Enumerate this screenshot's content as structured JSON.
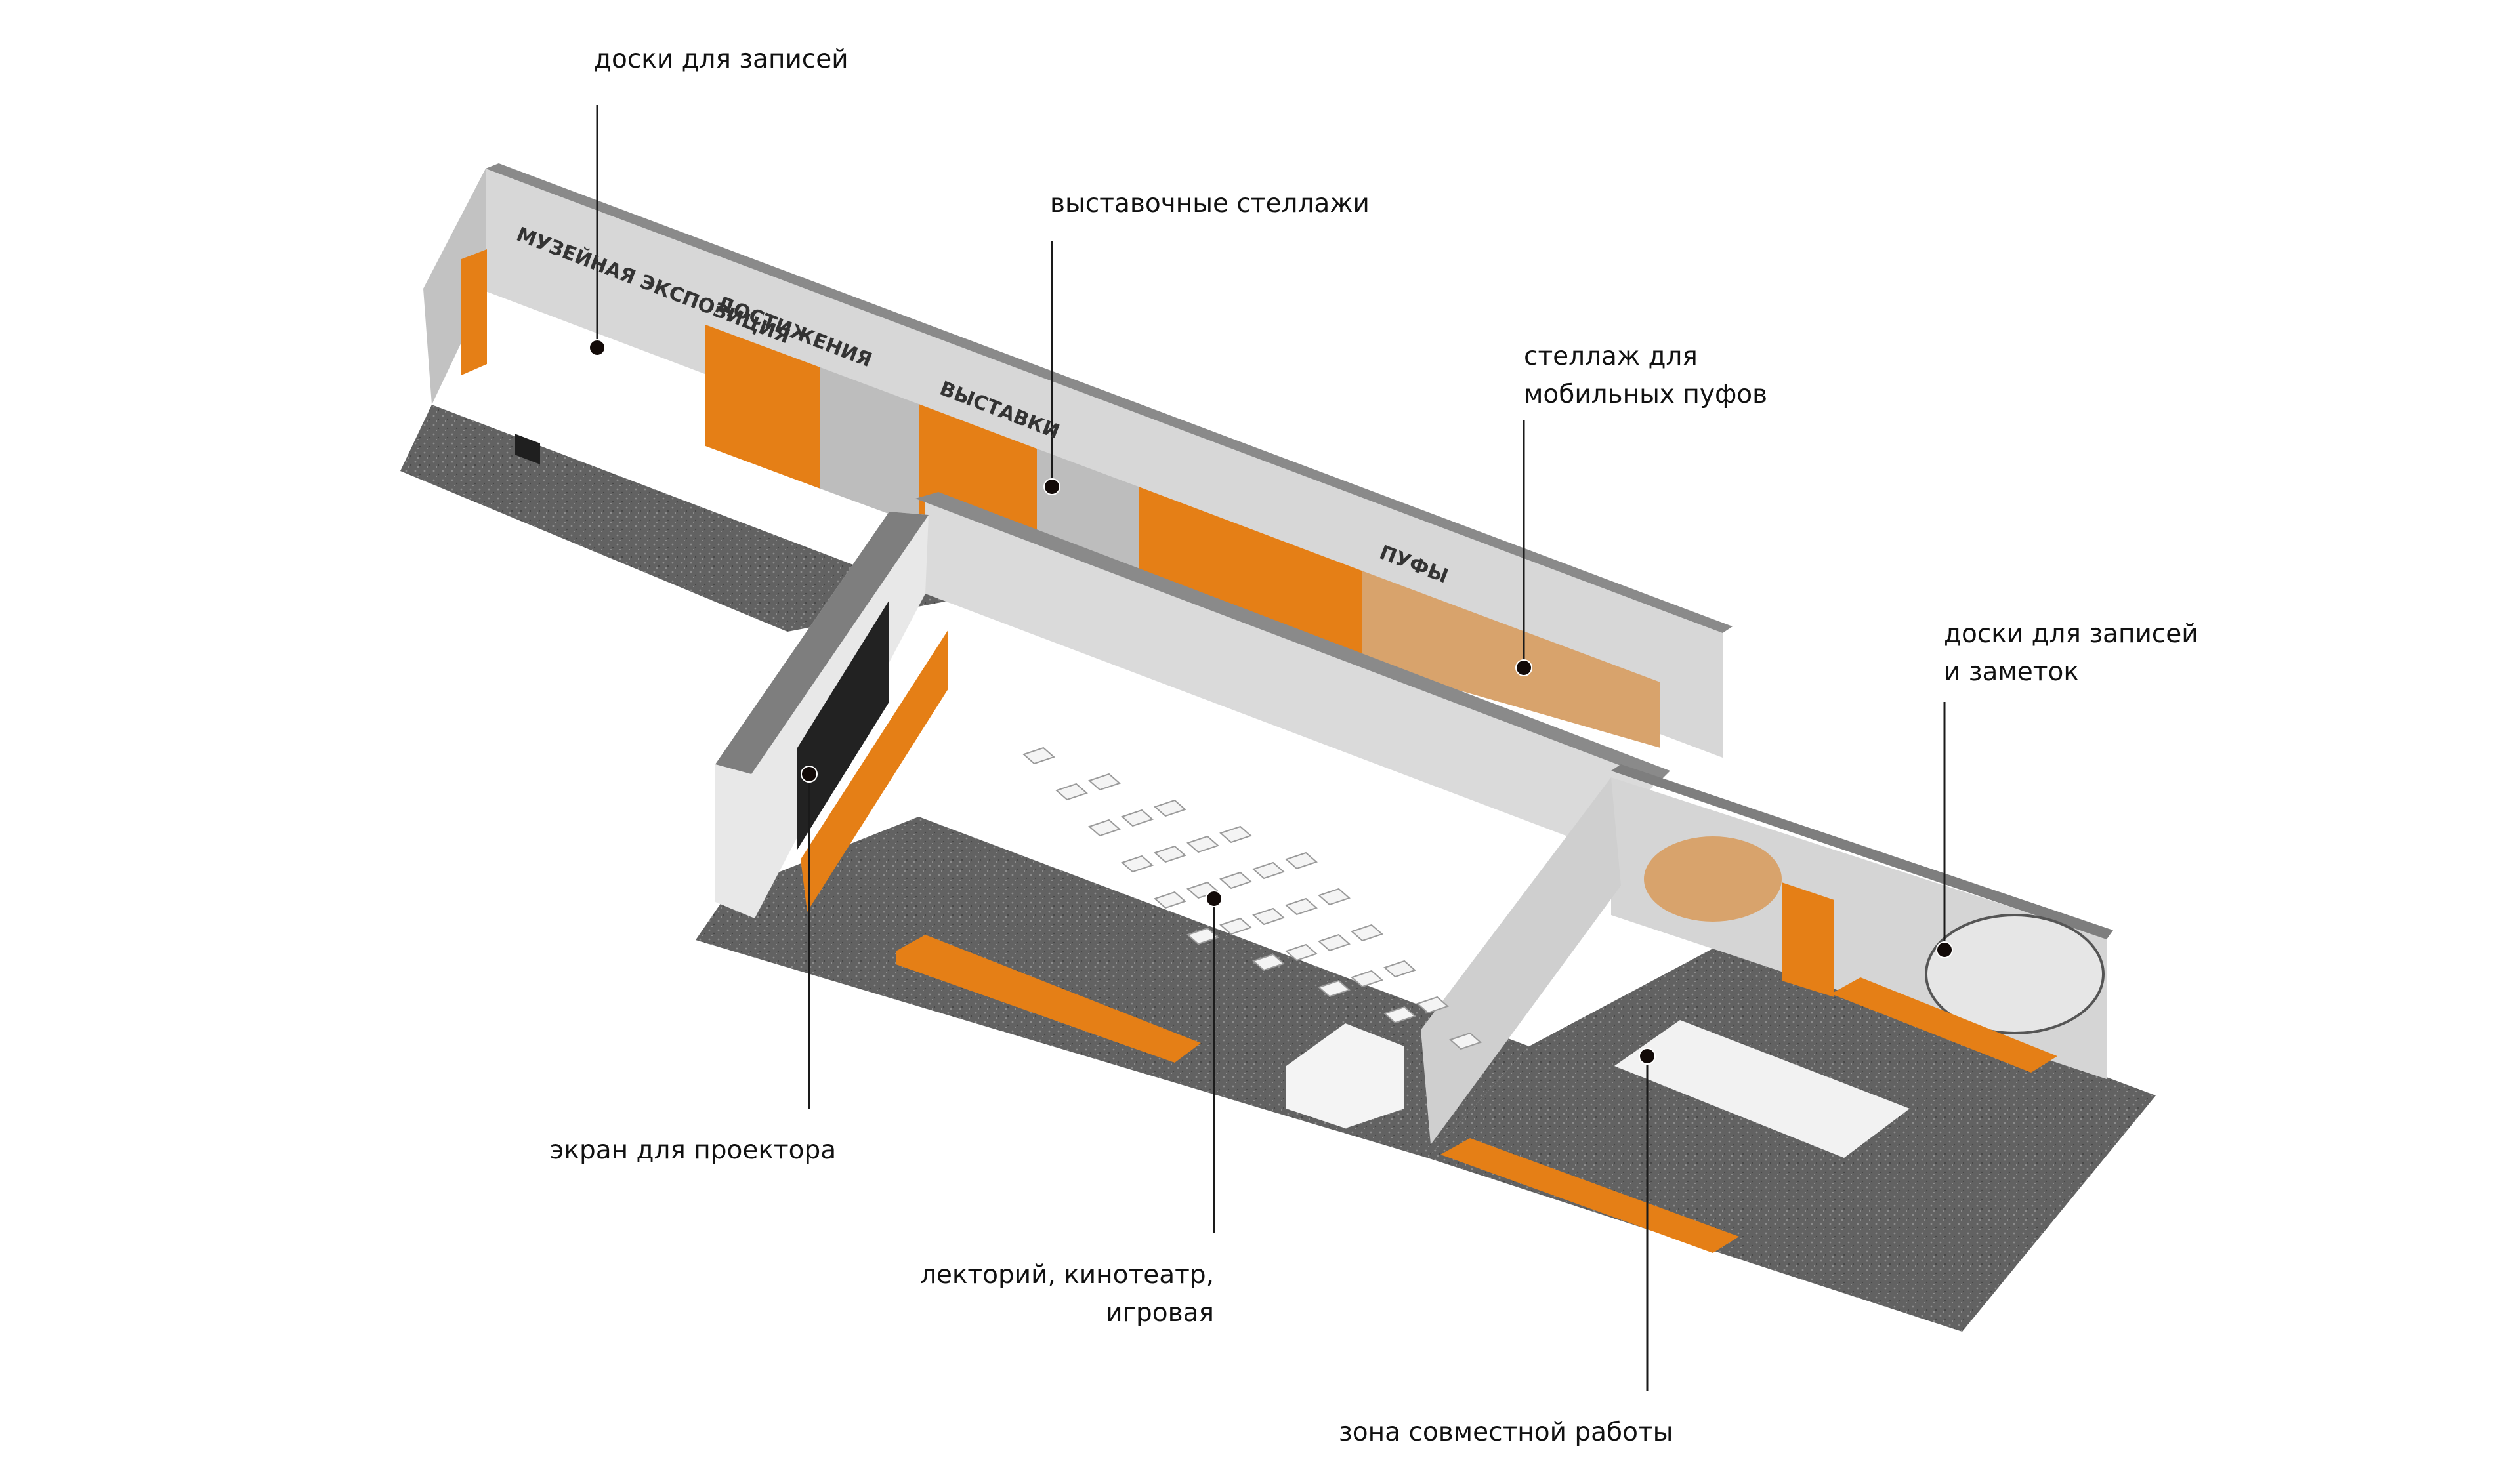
{
  "palette": {
    "floor": "#5f5f5f",
    "floor_speckle": "#8a8a8a",
    "wall": "#d9d9d9",
    "wall_shade": "#bdbdbd",
    "wall_top": "#7a7a7a",
    "accent": "#e57f16",
    "dark": "#2a2a2a",
    "leader": "#1a1a1a",
    "dot": "#120a08"
  },
  "callouts": {
    "boards_top": "доски для записей",
    "display_shelves": "выставочные стеллажи",
    "pouf_rack": [
      "стеллаж для",
      "мобильных пуфов"
    ],
    "boards_notes": [
      "доски для записей",
      "и заметок"
    ],
    "projector_screen": "экран для проектора",
    "lecture_hall": [
      "лекторий, кинотеатр,",
      "игровая"
    ],
    "coworking": "зона совместной работы"
  },
  "wall_signs": {
    "sign_1": "МУЗЕЙНАЯ ЭКСПОЗИЦИЯ",
    "sign_2": "ДОСТИЖЕНИЯ",
    "sign_3": "ВЫСТАВКИ",
    "sign_4": "ПУФЫ"
  }
}
